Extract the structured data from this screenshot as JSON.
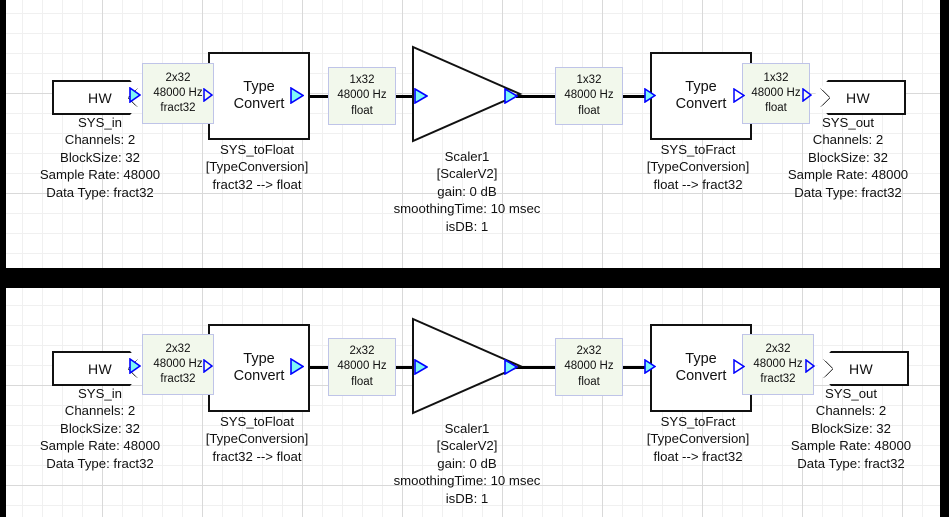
{
  "app": {
    "name": "signal-flow-diagram",
    "canvas_background": "#ffffff",
    "grid_minor_color": "#f0f0f0",
    "grid_major_color": "#d9d9d9",
    "signal_label_fill": "#f2f8ec",
    "signal_label_border": "#bfc4e8",
    "port_stroke": "#0000ff",
    "port_fill": "#7ef7f7",
    "wire_color": "#000000",
    "block_border": "#111111"
  },
  "diagrams": [
    {
      "id": "top",
      "name": "single-channel-scaler-layout",
      "input": {
        "block_label": "HW",
        "caption": [
          "SYS_in",
          "Channels: 2",
          "BlockSize: 32",
          "Sample Rate: 48000",
          "Data Type: fract32"
        ]
      },
      "output": {
        "block_label": "HW",
        "caption": [
          "SYS_out",
          "Channels: 2",
          "BlockSize: 32",
          "Sample Rate: 48000",
          "Data Type: fract32"
        ]
      },
      "modules": [
        {
          "id": "toFloat",
          "title": [
            "Type",
            "Convert"
          ],
          "caption": [
            "SYS_toFloat",
            "[TypeConversion]",
            "fract32 --> float"
          ]
        },
        {
          "id": "scaler",
          "title": [],
          "caption": [
            "Scaler1",
            "[ScalerV2]",
            "gain: 0 dB",
            "smoothingTime: 10 msec",
            "isDB: 1"
          ]
        },
        {
          "id": "toFract",
          "title": [
            "Type",
            "Convert"
          ],
          "caption": [
            "SYS_toFract",
            "[TypeConversion]",
            "float --> fract32"
          ]
        }
      ],
      "signals": [
        {
          "id": "sig1",
          "lines": [
            "2x32",
            "48000 Hz",
            "fract32"
          ]
        },
        {
          "id": "sig2",
          "lines": [
            "1x32",
            "48000 Hz",
            "float"
          ]
        },
        {
          "id": "sig3",
          "lines": [
            "1x32",
            "48000 Hz",
            "float"
          ]
        },
        {
          "id": "sig4",
          "lines": [
            "1x32",
            "48000 Hz",
            "float"
          ]
        }
      ]
    },
    {
      "id": "bottom",
      "name": "multi-channel-scaler-layout",
      "input": {
        "block_label": "HW",
        "caption": [
          "SYS_in",
          "Channels: 2",
          "BlockSize: 32",
          "Sample Rate: 48000",
          "Data Type: fract32"
        ]
      },
      "output": {
        "block_label": "HW",
        "caption": [
          "SYS_out",
          "Channels: 2",
          "BlockSize: 32",
          "Sample Rate: 48000",
          "Data Type: fract32"
        ]
      },
      "modules": [
        {
          "id": "toFloat",
          "title": [
            "Type",
            "Convert"
          ],
          "caption": [
            "SYS_toFloat",
            "[TypeConversion]",
            "fract32 --> float"
          ]
        },
        {
          "id": "scaler",
          "title": [],
          "caption": [
            "Scaler1",
            "[ScalerV2]",
            "gain: 0 dB",
            "smoothingTime: 10 msec",
            "isDB: 1"
          ]
        },
        {
          "id": "toFract",
          "title": [
            "Type",
            "Convert"
          ],
          "caption": [
            "SYS_toFract",
            "[TypeConversion]",
            "float --> fract32"
          ]
        }
      ],
      "signals": [
        {
          "id": "sig1",
          "lines": [
            "2x32",
            "48000 Hz",
            "fract32"
          ]
        },
        {
          "id": "sig2",
          "lines": [
            "2x32",
            "48000 Hz",
            "float"
          ]
        },
        {
          "id": "sig3",
          "lines": [
            "2x32",
            "48000 Hz",
            "float"
          ]
        },
        {
          "id": "sig4",
          "lines": [
            "2x32",
            "48000 Hz",
            "fract32"
          ]
        }
      ]
    }
  ]
}
